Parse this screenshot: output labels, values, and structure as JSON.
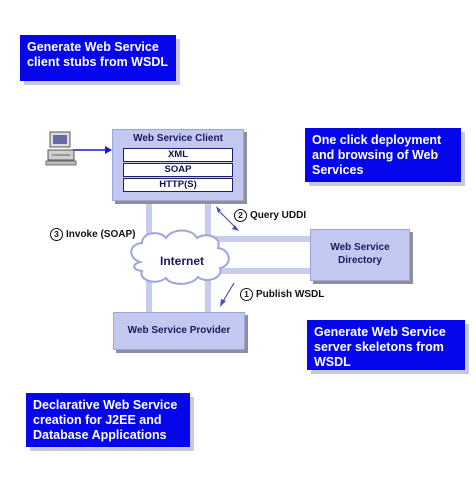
{
  "callouts": {
    "client_stubs": "Generate Web Service client stubs from WSDL",
    "deployment": "One click deployment and browsing of Web Services",
    "skeletons": "Generate Web Service server skeletons from WSDL",
    "declarative": "Declarative Web Service creation for J2EE and Database Applications"
  },
  "nodes": {
    "client": {
      "title": "Web Service Client",
      "stack": [
        "XML",
        "SOAP",
        "HTTP(S)"
      ]
    },
    "directory": "Web Service Directory",
    "provider": "Web Service Provider",
    "internet": "Internet"
  },
  "flows": {
    "query": {
      "number": "2",
      "label": "Query UDDI"
    },
    "invoke": {
      "number": "3",
      "label": "Invoke (SOAP)"
    },
    "publish": {
      "number": "1",
      "label": "Publish WSDL"
    }
  },
  "colors": {
    "callout": "#0606ec",
    "node": "#c3c8f1",
    "pipe": "#c3c8f1",
    "arrow": "#1818c8"
  },
  "icons": {
    "workstation": "computer-icon"
  }
}
